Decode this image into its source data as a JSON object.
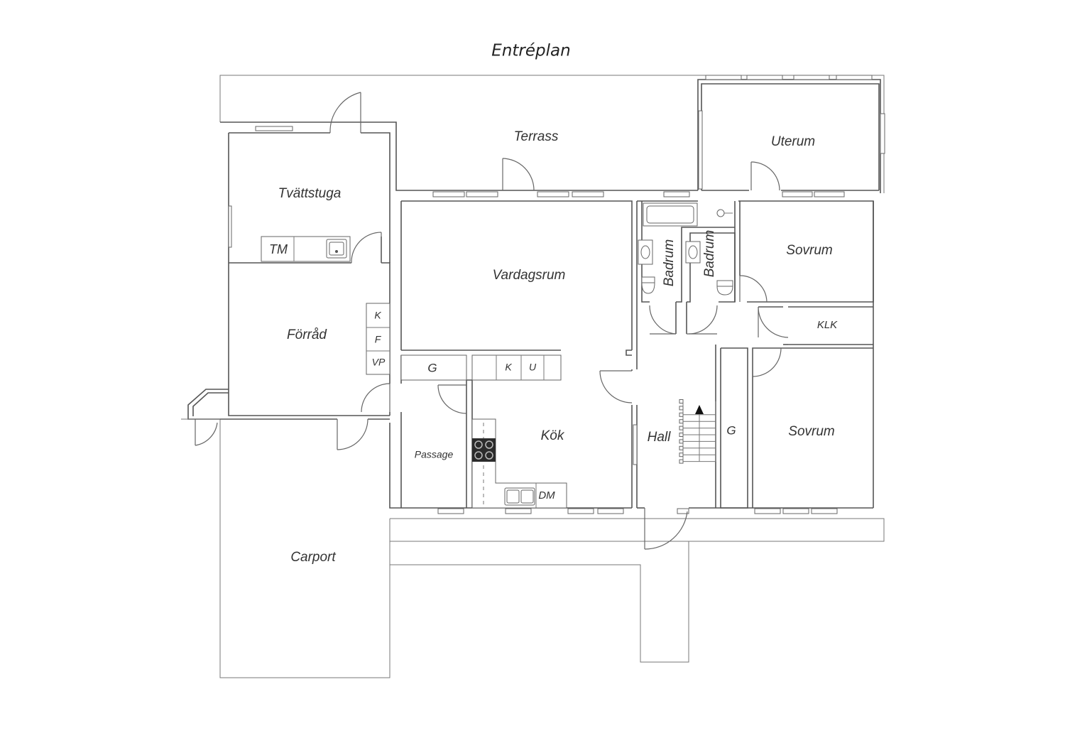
{
  "title": "Entréplan",
  "rooms": {
    "terrass": "Terrass",
    "uterum": "Uterum",
    "tvattstuga": "Tvättstuga",
    "forrad": "Förråd",
    "vardagsrum": "Vardagsrum",
    "kok": "Kök",
    "passage": "Passage",
    "hall": "Hall",
    "badrum_1": "Badrum",
    "badrum_2": "Badrum",
    "sovrum_1": "Sovrum",
    "sovrum_2": "Sovrum",
    "carport": "Carport",
    "klk": "KLK"
  },
  "fixtures": {
    "tm": "TM",
    "k_1": "K",
    "f": "F",
    "vp": "VP",
    "g_1": "G",
    "k_2": "K",
    "u": "U",
    "dm": "DM",
    "g_2": "G"
  },
  "colors": {
    "wall": "#555555",
    "text": "#333333",
    "stove": "#2b2b2b"
  }
}
